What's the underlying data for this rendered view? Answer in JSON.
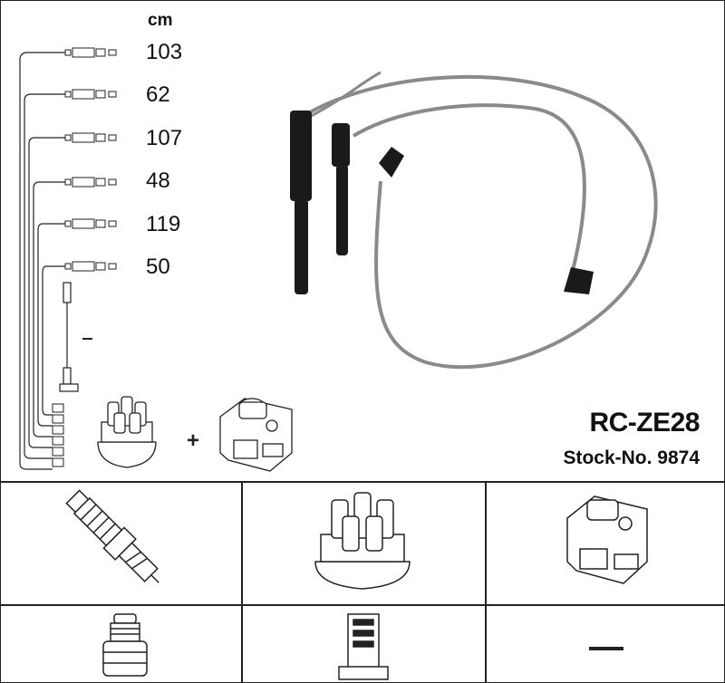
{
  "header": {
    "unit": "cm"
  },
  "leads": [
    {
      "length": "103"
    },
    {
      "length": "62"
    },
    {
      "length": "107"
    },
    {
      "length": "48"
    },
    {
      "length": "119"
    },
    {
      "length": "50"
    }
  ],
  "product": {
    "code": "RC-ZE28",
    "stock": "Stock-No. 9874"
  },
  "colors": {
    "line": "#222222",
    "wire": "#8a8a8a",
    "boot": "#1a1a1a"
  },
  "icons": {
    "top": [
      "distributor-cap-icon",
      "ignition-coil-icon"
    ],
    "grid": [
      "spark-plug-icon",
      "distributor-cap-icon",
      "ignition-coil-icon",
      "spark-plug-connector-icon",
      "distributor-connector-icon",
      "dash-icon"
    ]
  }
}
